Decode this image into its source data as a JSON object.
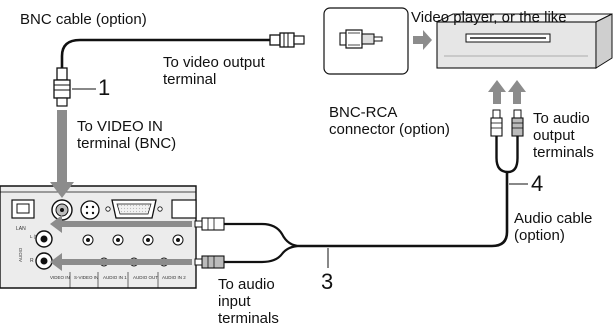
{
  "labels": {
    "bnc_cable": "BNC cable (option)",
    "video_player": "Video player, or the like",
    "to_video_output_1": "To video output",
    "to_video_output_2": "terminal",
    "to_video_in_1": "To VIDEO IN",
    "to_video_in_2": "terminal (BNC)",
    "bnc_rca_1": "BNC-RCA",
    "bnc_rca_2": "connector (option)",
    "to_audio_output_1": "To audio",
    "to_audio_output_2": "output",
    "to_audio_output_3": "terminals",
    "audio_cable_1": "Audio cable",
    "audio_cable_2": "(option)",
    "to_audio_input_1": "To audio",
    "to_audio_input_2": "input",
    "to_audio_input_3": "terminals",
    "callout_1": "1",
    "callout_3": "3",
    "callout_4": "4"
  },
  "panel": {
    "lan": "LAN",
    "audio": "AUDIO",
    "l_mono": "L (MONO)",
    "r": "R",
    "video_in": "VIDEO IN",
    "s_video_in": "S-VIDEO IN",
    "audio_in_1": "AUDIO IN 1",
    "audio_out": "AUDIO OUT",
    "audio_in_2": "AUDIO IN 2"
  },
  "colors": {
    "arrow": "#8c8c8c",
    "cable": "#111111",
    "panel": "#eeeeee",
    "player": "#e6e6e6"
  }
}
